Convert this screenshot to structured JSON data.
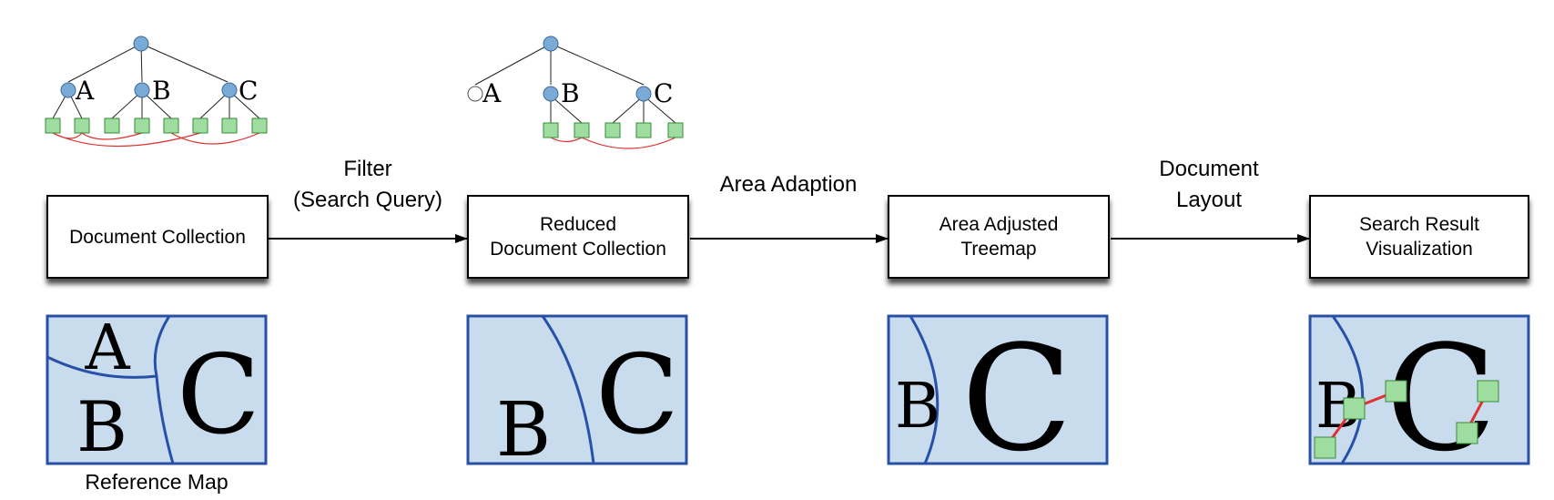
{
  "steps": [
    {
      "lines": [
        "Document Collection"
      ]
    },
    {
      "lines": [
        "Reduced",
        "Document Collection"
      ]
    },
    {
      "lines": [
        "Area Adjusted",
        "Treemap"
      ]
    },
    {
      "lines": [
        "Search Result",
        "Visualization"
      ]
    }
  ],
  "transitions": [
    {
      "lines": [
        "Filter",
        "(Search Query)"
      ]
    },
    {
      "lines": [
        "Area Adaption"
      ]
    },
    {
      "lines": [
        "Document",
        "Layout"
      ]
    }
  ],
  "tree_labels": {
    "a": "A",
    "b": "B",
    "c": "C"
  },
  "map_labels": {
    "a": "A",
    "b": "B",
    "c": "C"
  },
  "caption": "Reference Map",
  "colors": {
    "node_fill": "#7aaad6",
    "node_stroke": "#3d6b99",
    "leaf_fill": "#9fdc9f",
    "leaf_stroke": "#3a8a3a",
    "link": "#e03030",
    "map_fill": "#c8dced",
    "map_border": "#2850a8"
  }
}
